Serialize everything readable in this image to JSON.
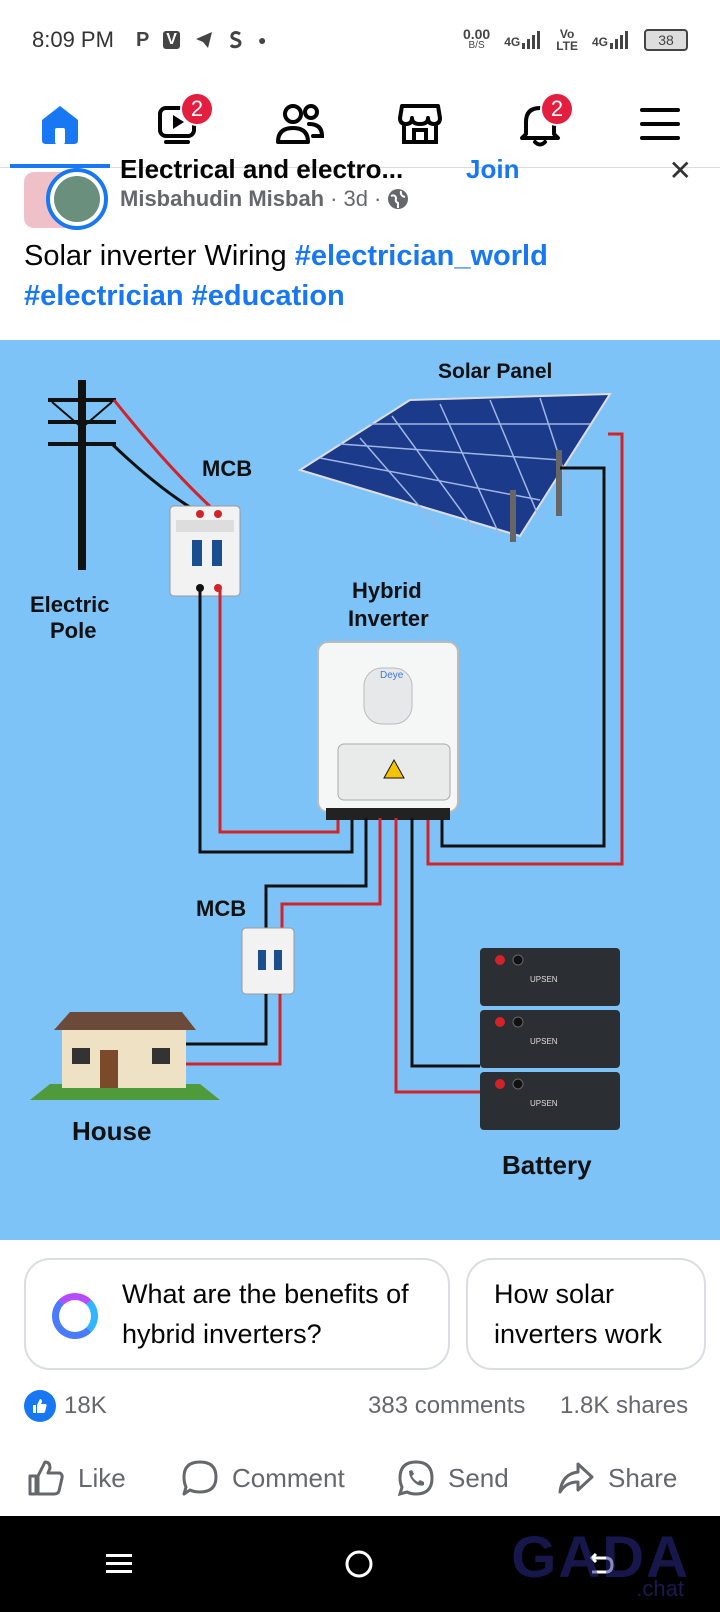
{
  "status_bar": {
    "time": "8:09 PM",
    "notif_p": "P",
    "notif_v": "V",
    "net_speed_value": "0.00",
    "net_speed_unit": "B/S",
    "sig1": "4G",
    "volte_top": "Vo",
    "volte_bottom": "LTE",
    "sig2": "4G",
    "battery": "38"
  },
  "nav": {
    "video_badge": "2",
    "notifications_badge": "2",
    "accent": "#1877f2"
  },
  "post": {
    "group_name_partial": "Electrical and electro...",
    "join_partial": "Join",
    "author": "Misbahudin Misbah",
    "time": "3d",
    "caption_text": "Solar inverter Wiring",
    "hashtags": [
      "#electrician_world",
      "#electrician",
      "#education"
    ]
  },
  "diagram": {
    "solar_panel": "Solar Panel",
    "mcb_top": "MCB",
    "electric_pole_1": "Electric",
    "electric_pole_2": "Pole",
    "hybrid_1": "Hybrid",
    "hybrid_2": "Inverter",
    "mcb_bottom": "MCB",
    "house": "House",
    "battery": "Battery",
    "battery_brand": "UPSEN",
    "inverter_brand": "Deye"
  },
  "ai_suggestions": {
    "q1": "What are the benefits of hybrid inverters?",
    "q2": "How solar inverters work"
  },
  "engagement": {
    "reactions": "18K",
    "comments": "383 comments",
    "shares": "1.8K shares"
  },
  "actions": {
    "like": "Like",
    "comment": "Comment",
    "send": "Send",
    "share": "Share"
  },
  "watermark": {
    "main": "GADA",
    "sub": ".chat"
  }
}
